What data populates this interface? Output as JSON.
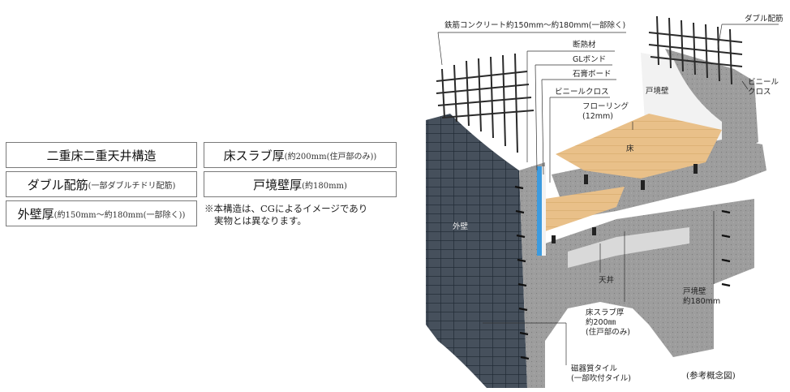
{
  "specs": [
    {
      "main": "二重床二重天井構造",
      "sub": ""
    },
    {
      "main": "床スラブ厚",
      "sub": "(約200mm(住戸部のみ))"
    },
    {
      "main": "ダブル配筋",
      "sub": "(一部ダブルチドリ配筋)"
    },
    {
      "main": "戸境壁厚",
      "sub": "(約180mm)"
    },
    {
      "main": "外壁厚",
      "sub": "(約150mm〜約180mm(一部除く))"
    }
  ],
  "note": {
    "line1": "※本構造は、CGによるイメージであり",
    "line2": "実物とは異なります。"
  },
  "diagram": {
    "labels": {
      "rc": "鉄筋コンクリート約150mm〜約180mm(一部除く)",
      "insulation": "断熱材",
      "gl_bond": "GLボンド",
      "gypsum": "石膏ボード",
      "vinyl_cloth": "ビニールクロス",
      "flooring_1": "フローリング",
      "flooring_2": "(12mm)",
      "double_rebar": "ダブル配筋",
      "partition_wall": "戸境壁",
      "vinyl_cloth_r1": "ビニール",
      "vinyl_cloth_r2": "クロス",
      "floor": "床",
      "exterior_wall": "外壁",
      "ceiling": "天井",
      "slab_1": "床スラブ厚",
      "slab_2": "約200㎜",
      "slab_3": "(住戸部のみ)",
      "partition_thickness_1": "戸境壁",
      "partition_thickness_2": "約180mm",
      "tile_1": "磁器質タイル",
      "tile_2": "(一部吹付タイル)",
      "reference": "(参考概念図)"
    },
    "colors": {
      "tile": "#46505c",
      "concrete": "#9a9a9a",
      "wood": "#e9c089",
      "insulation": "#3b9be0",
      "board": "#f2f2f2"
    }
  }
}
